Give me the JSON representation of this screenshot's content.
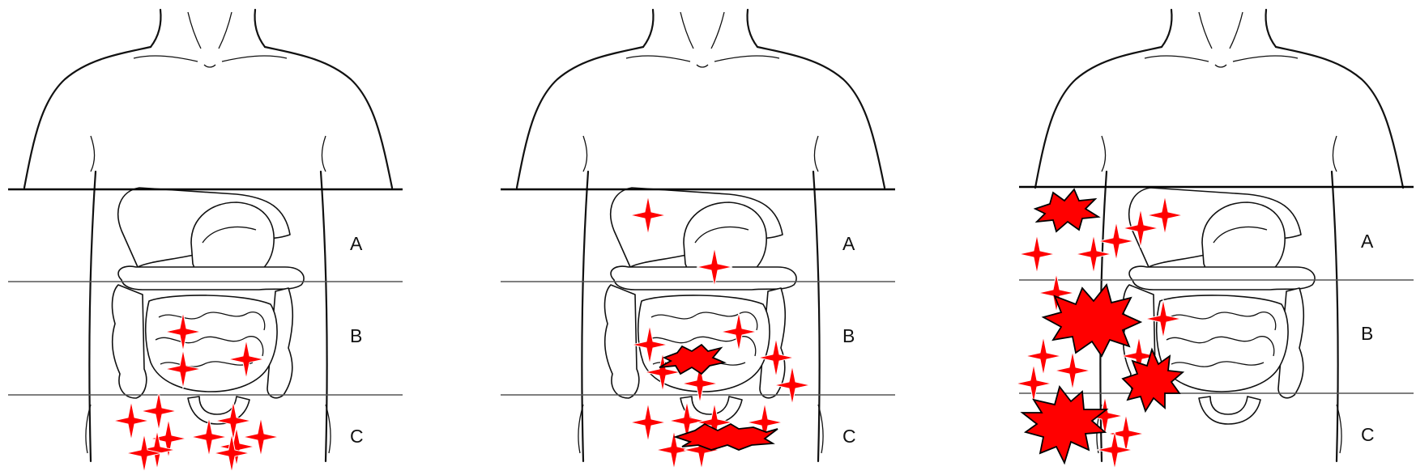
{
  "colors": {
    "marker": "#ff0000",
    "outline": "#111111",
    "background": "#ffffff"
  },
  "panels": [
    {
      "zones": [
        {
          "label": "A"
        },
        {
          "label": "B"
        },
        {
          "label": "C"
        }
      ],
      "markers": [
        {
          "type": "star"
        },
        {
          "type": "star"
        },
        {
          "type": "star"
        },
        {
          "type": "star"
        },
        {
          "type": "star"
        },
        {
          "type": "star"
        },
        {
          "type": "star"
        },
        {
          "type": "star"
        },
        {
          "type": "star"
        },
        {
          "type": "star"
        },
        {
          "type": "star"
        },
        {
          "type": "star"
        },
        {
          "type": "star"
        }
      ]
    },
    {
      "zones": [
        {
          "label": "A"
        },
        {
          "label": "B"
        },
        {
          "label": "C"
        }
      ],
      "markers": [
        {
          "type": "star"
        },
        {
          "type": "star"
        },
        {
          "type": "star"
        },
        {
          "type": "star"
        },
        {
          "type": "star"
        },
        {
          "type": "star"
        },
        {
          "type": "star"
        },
        {
          "type": "star"
        },
        {
          "type": "star"
        },
        {
          "type": "star"
        },
        {
          "type": "star"
        },
        {
          "type": "star"
        },
        {
          "type": "star"
        },
        {
          "type": "star"
        },
        {
          "type": "burst"
        },
        {
          "type": "burst"
        }
      ]
    },
    {
      "zones": [
        {
          "label": "A"
        },
        {
          "label": "B"
        },
        {
          "label": "C"
        }
      ],
      "markers": [
        {
          "type": "star"
        },
        {
          "type": "star"
        },
        {
          "type": "star"
        },
        {
          "type": "star"
        },
        {
          "type": "star"
        },
        {
          "type": "star"
        },
        {
          "type": "star"
        },
        {
          "type": "star"
        },
        {
          "type": "star"
        },
        {
          "type": "star"
        },
        {
          "type": "star"
        },
        {
          "type": "star"
        },
        {
          "type": "star"
        },
        {
          "type": "star"
        },
        {
          "type": "burst"
        },
        {
          "type": "burst"
        },
        {
          "type": "burst"
        },
        {
          "type": "burst"
        }
      ]
    }
  ]
}
